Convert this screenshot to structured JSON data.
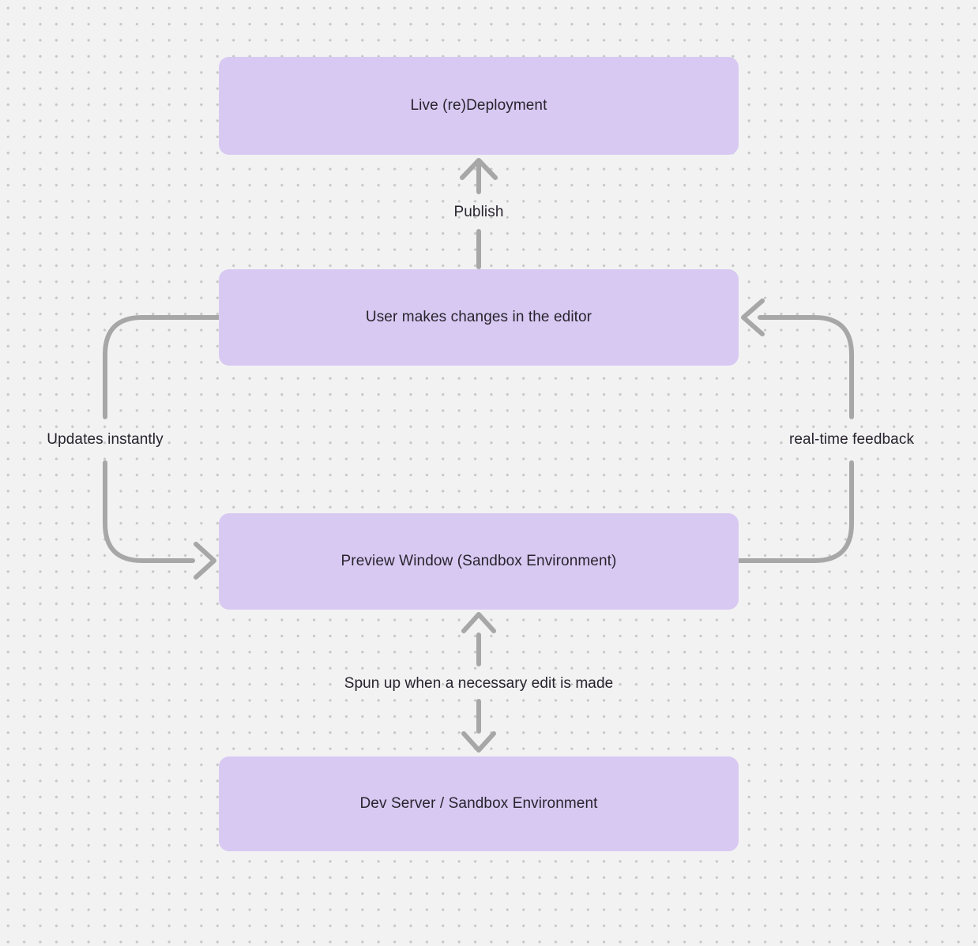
{
  "diagram": {
    "type": "flowchart",
    "background_style": "dot-grid",
    "nodes": [
      {
        "id": "live-redeployment",
        "label": "Live (re)Deployment"
      },
      {
        "id": "user-editor",
        "label": "User makes changes in the editor"
      },
      {
        "id": "preview-window",
        "label": "Preview Window (Sandbox Environment)"
      },
      {
        "id": "dev-server",
        "label": "Dev Server / Sandbox Environment"
      }
    ],
    "edges": [
      {
        "from": "user-editor",
        "to": "live-redeployment",
        "label": "Publish",
        "direction": "up"
      },
      {
        "from": "user-editor",
        "to": "preview-window",
        "label": "Updates instantly",
        "direction": "down-left-loop"
      },
      {
        "from": "preview-window",
        "to": "user-editor",
        "label": "real-time feedback",
        "direction": "up-right-loop"
      },
      {
        "from": "preview-window",
        "to": "dev-server",
        "label": "Spun up when a necessary edit is made",
        "direction": "bidirectional"
      }
    ],
    "colors": {
      "node_fill": "#d8c9f2",
      "edge_stroke": "#a7a7a7",
      "text": "#28242e",
      "background": "#f2f2f3",
      "grid_dot": "#c6c6c6"
    }
  }
}
